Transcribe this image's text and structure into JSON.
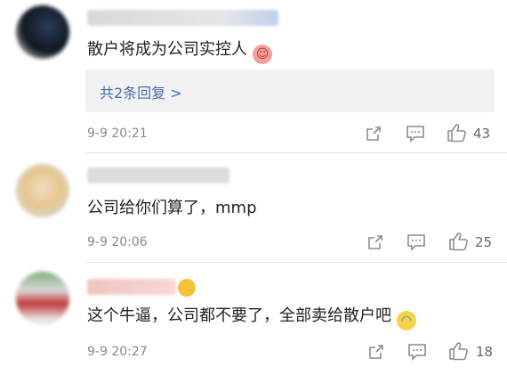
{
  "comments": [
    {
      "text": "散户将成为公司实控人",
      "emoji": "laughing-face-icon",
      "replies_label": "共2条回复 >",
      "time": "9-9 20:21",
      "likes": "43"
    },
    {
      "text": "公司给你们算了，mmp",
      "time": "9-9 20:06",
      "likes": "25"
    },
    {
      "text": "这个牛逼，公司都不要了，全部卖给散户吧",
      "emoji": "crying-laughing-icon",
      "time": "9-9 20:27",
      "likes": "18"
    }
  ]
}
